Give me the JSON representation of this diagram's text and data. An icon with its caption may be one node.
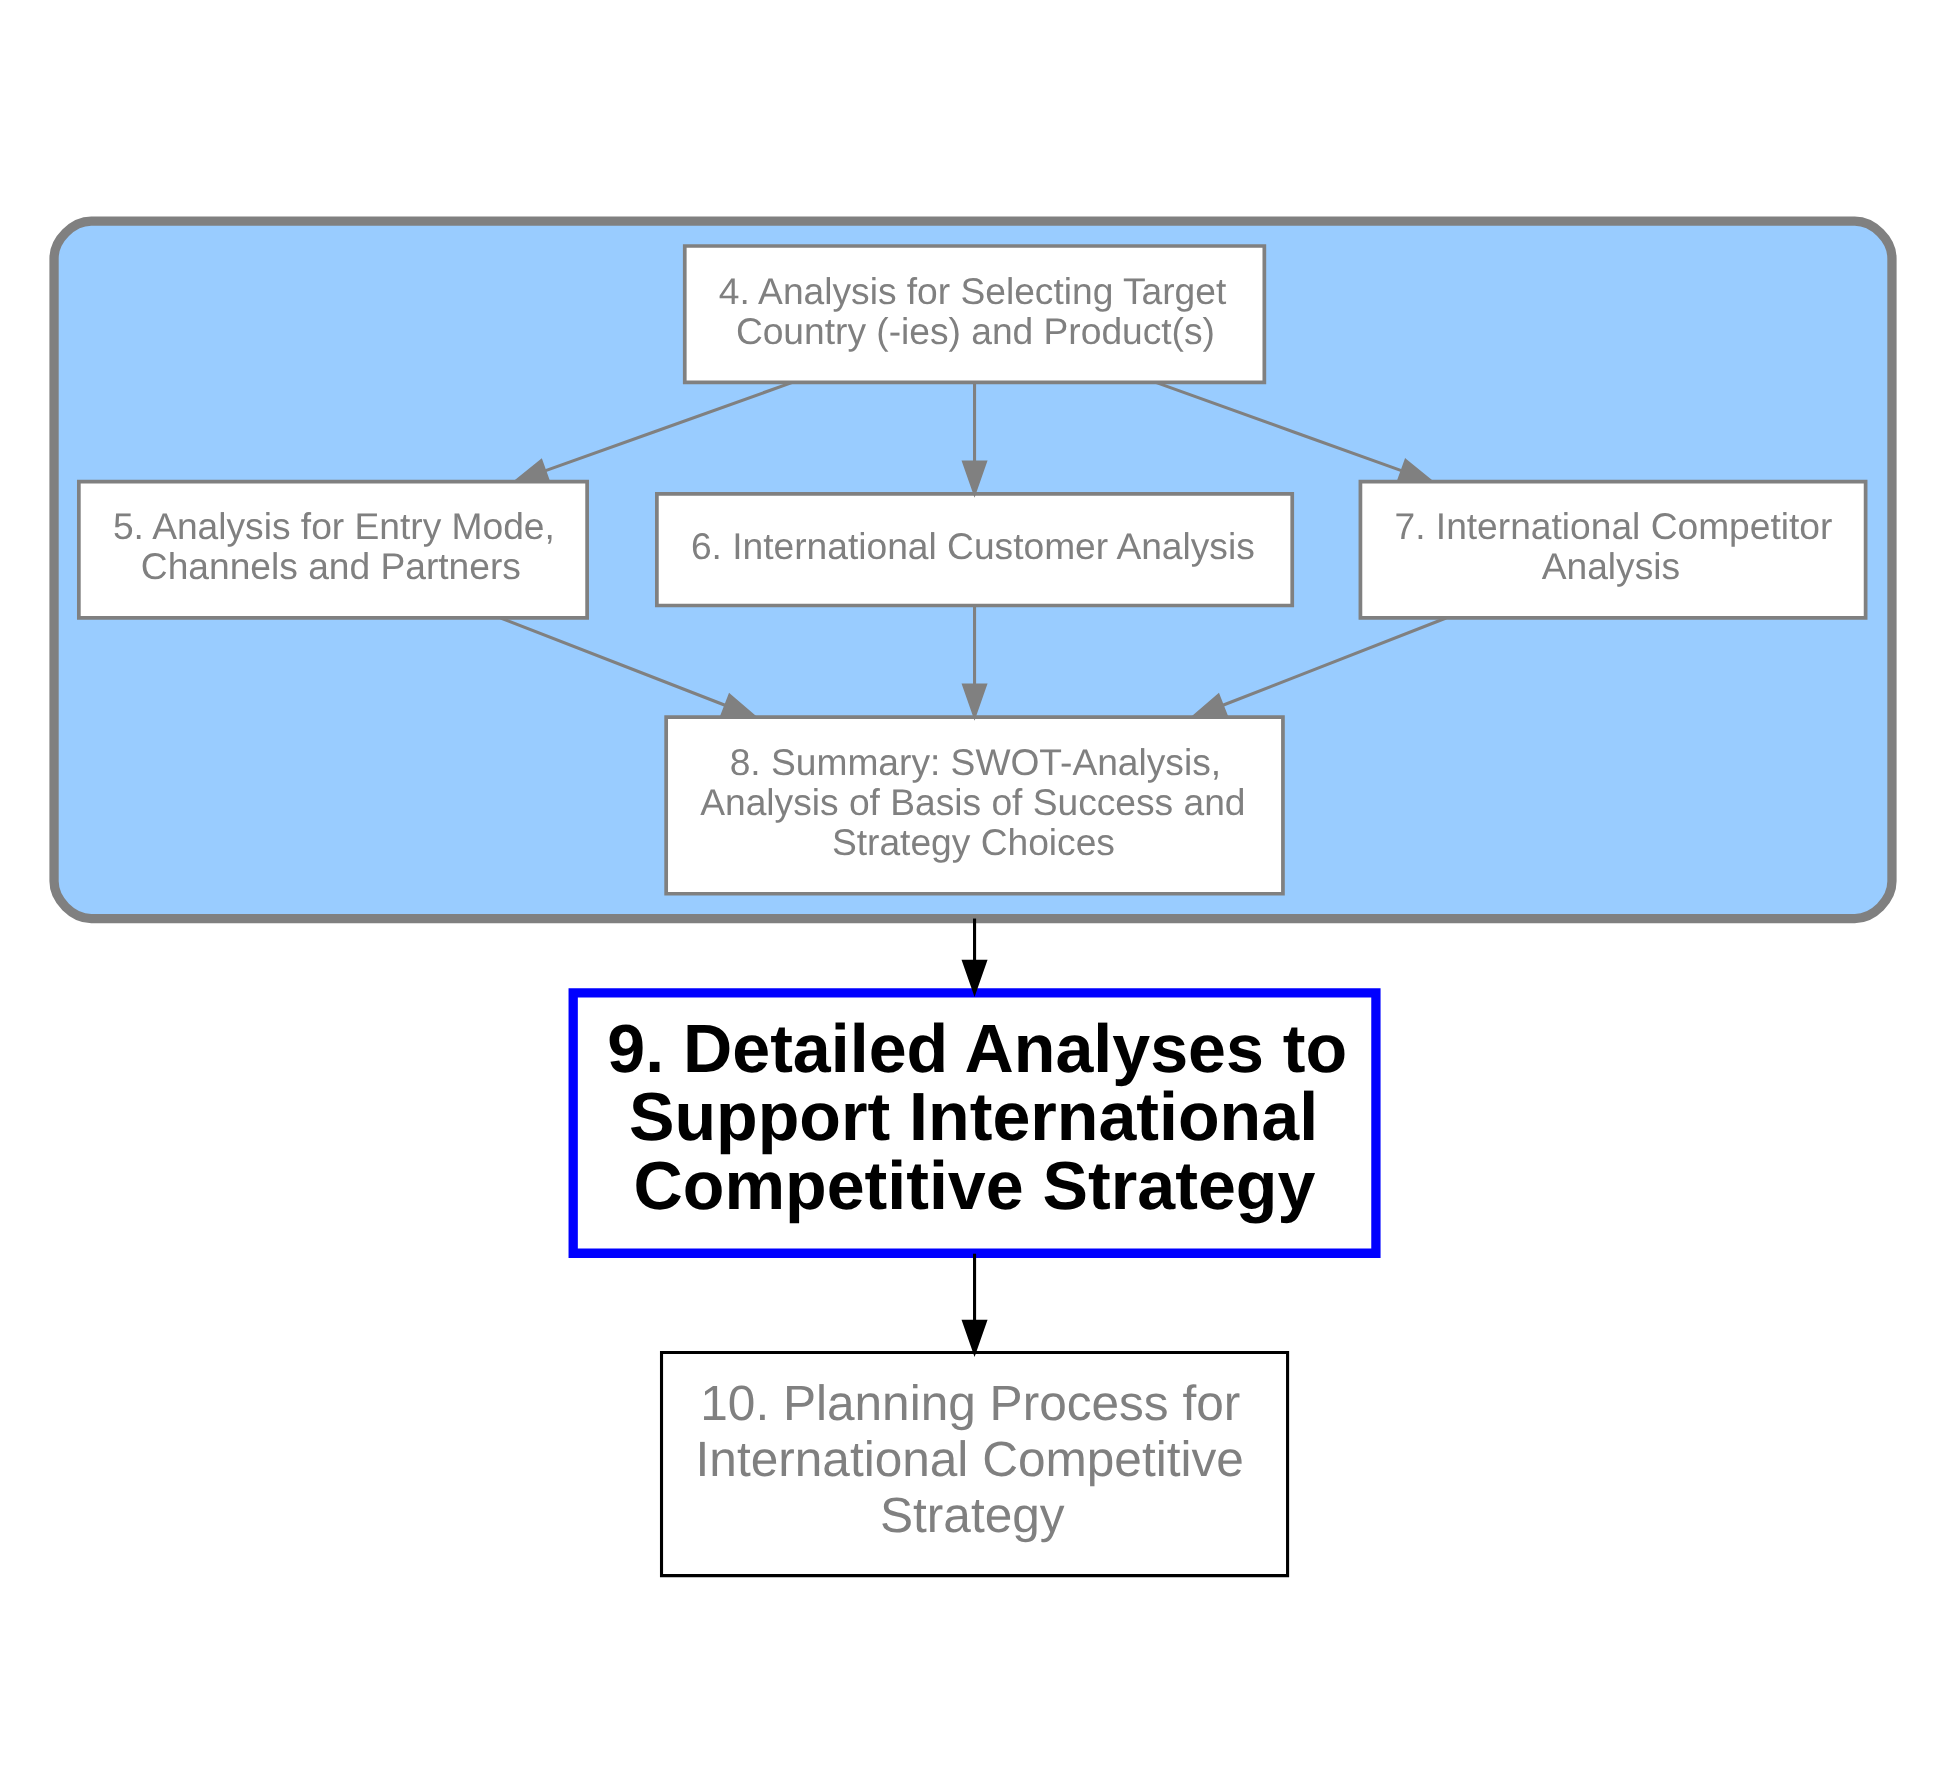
{
  "diagram": {
    "nodes": [
      {
        "text": [],
        "shape": "ellipse"
      },
      {
        "text": [
          "4. Analysis for Selecting Target Country (-ies) and Product(s)"
        ],
        "in": 0
      },
      {
        "text": [
          "5. Analysis for Entry Mode, Channels and Partners"
        ],
        "in": 0
      },
      {
        "text": [
          "6. International Customer Analysis"
        ],
        "in": 0
      },
      {
        "text": [
          "7. International Competitor Analysis"
        ],
        "in": 0
      },
      {
        "text": [
          "8. Summary: SWOT-Analysis, Analysis of Basis of Success and Strategy Choices"
        ],
        "in": 0
      },
      {
        "text": [
          "9. Detailed Analyses to Support International Competitive Strategy"
        ]
      },
      {
        "text": [
          "10. Planning Process for International Competitive Strategy"
        ]
      }
    ],
    "edges": [
      {
        "from": 1,
        "to": 2,
        "arrow": "to"
      },
      {
        "from": 1,
        "to": 3,
        "arrow": "to"
      },
      {
        "from": 1,
        "to": 4,
        "arrow": "to"
      },
      {
        "from": 2,
        "to": 5,
        "arrow": "to"
      },
      {
        "from": 3,
        "to": 5,
        "arrow": "to"
      },
      {
        "from": 4,
        "to": 5,
        "arrow": "to"
      },
      {
        "from": 0,
        "to": 6,
        "arrow": "to",
        "color": "#000000"
      },
      {
        "from": 6,
        "to": 7,
        "arrow": "to",
        "color": "#000000"
      }
    ]
  }
}
